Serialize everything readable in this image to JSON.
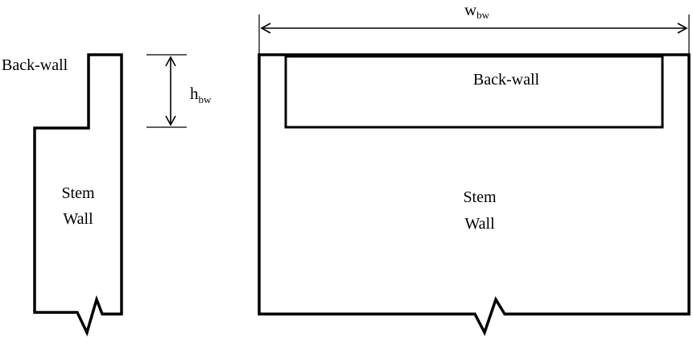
{
  "side_view": {
    "backwall_label": "Back-wall",
    "stem_label_line1": "Stem",
    "stem_label_line2": "Wall",
    "height_symbol": "h",
    "height_subscript": "bw"
  },
  "front_view": {
    "width_symbol": "w",
    "width_subscript": "bw",
    "backwall_label": "Back-wall",
    "stem_label_line1": "Stem",
    "stem_label_line2": "Wall"
  },
  "colors": {
    "stroke": "#000000",
    "background": "#ffffff"
  }
}
